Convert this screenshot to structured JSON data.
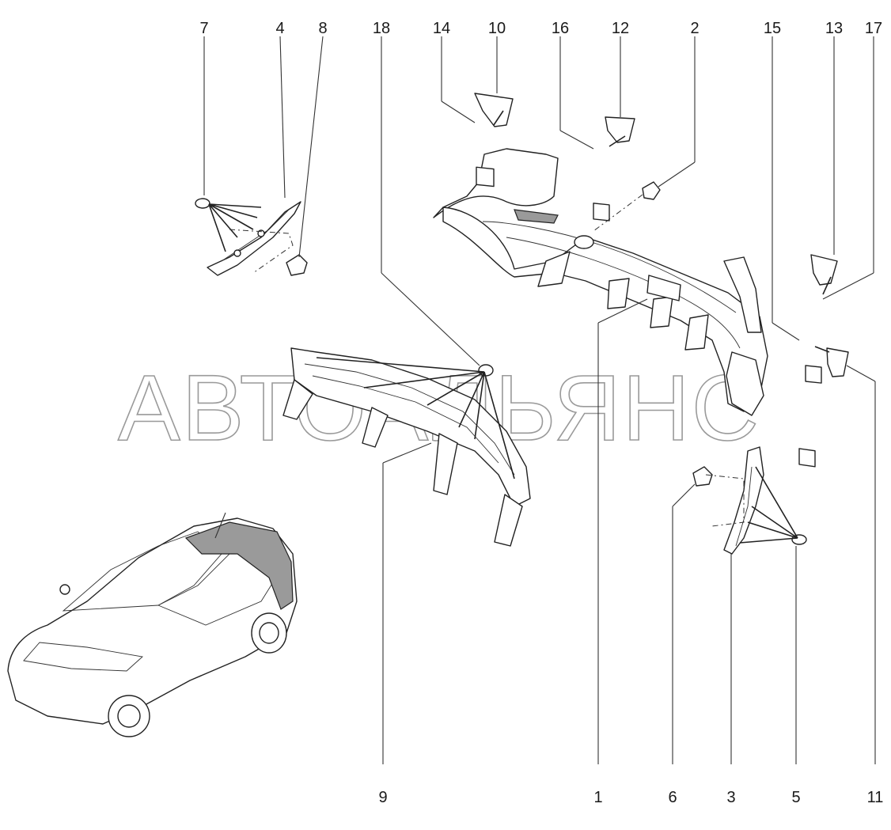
{
  "watermark": "АВТОАЛЬЯНС",
  "callouts": {
    "c1": "1",
    "c2": "2",
    "c3": "3",
    "c4": "4",
    "c5": "5",
    "c6": "6",
    "c7": "7",
    "c8": "8",
    "c9": "9",
    "c10": "10",
    "c11": "11",
    "c12": "12",
    "c13": "13",
    "c14": "14",
    "c15": "15",
    "c16": "16",
    "c17": "17",
    "c18": "18"
  },
  "colors": {
    "line": "#222222",
    "watermark": "#9a9a9a",
    "shade": "#9a9a9a"
  }
}
